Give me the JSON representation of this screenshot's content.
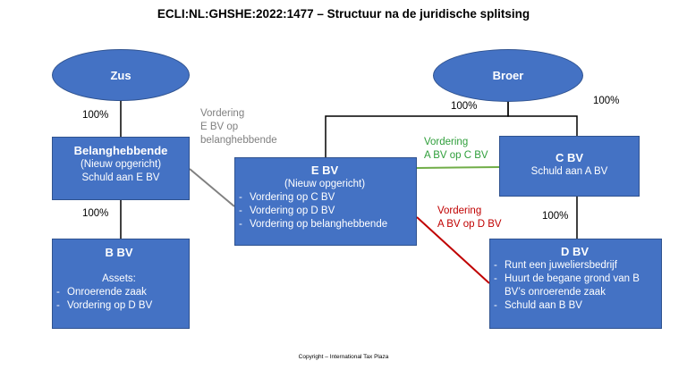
{
  "title": "ECLI:NL:GHSHE:2022:1477 – Structuur na de juridische splitsing",
  "nodes": {
    "zus": {
      "label": "Zus"
    },
    "broer": {
      "label": "Broer"
    },
    "belanghebbende": {
      "title": "Belanghebbende",
      "lines": [
        "(Nieuw opgericht)",
        "Schuld aan E BV"
      ]
    },
    "bbv": {
      "title": "B BV",
      "assets_label": "Assets:",
      "items": [
        "Onroerende zaak",
        "Vordering op D BV"
      ]
    },
    "ebv": {
      "title": "E BV",
      "subtitle": "(Nieuw opgericht)",
      "items": [
        "Vordering op C BV",
        "Vordering op D BV",
        "Vordering op belanghebbende"
      ]
    },
    "cbv": {
      "title": "C BV",
      "lines": [
        "Schuld aan A BV"
      ]
    },
    "dbv": {
      "title": "D BV",
      "items": [
        "Runt een juweliersbedrijf",
        "Huurt de begane grond van B BV’s  onroerende zaak",
        "Schuld aan B BV"
      ]
    }
  },
  "percentages": {
    "zus_belanghebbende": "100%",
    "belanghebbende_bbv": "100%",
    "broer_ebv": "100%",
    "broer_cbv": "100%",
    "cbv_dbv": "100%"
  },
  "claims": {
    "gray": {
      "lines": [
        "Vordering",
        "E BV op",
        "belanghebbende"
      ],
      "color": "#808080"
    },
    "green": {
      "lines": [
        "Vordering",
        "A BV op C BV"
      ],
      "color": "#2e9e3a"
    },
    "red": {
      "lines": [
        "Vordering",
        "A BV op D BV"
      ],
      "color": "#c00000"
    }
  },
  "copyright": "Copyright – International Tax Plaza"
}
